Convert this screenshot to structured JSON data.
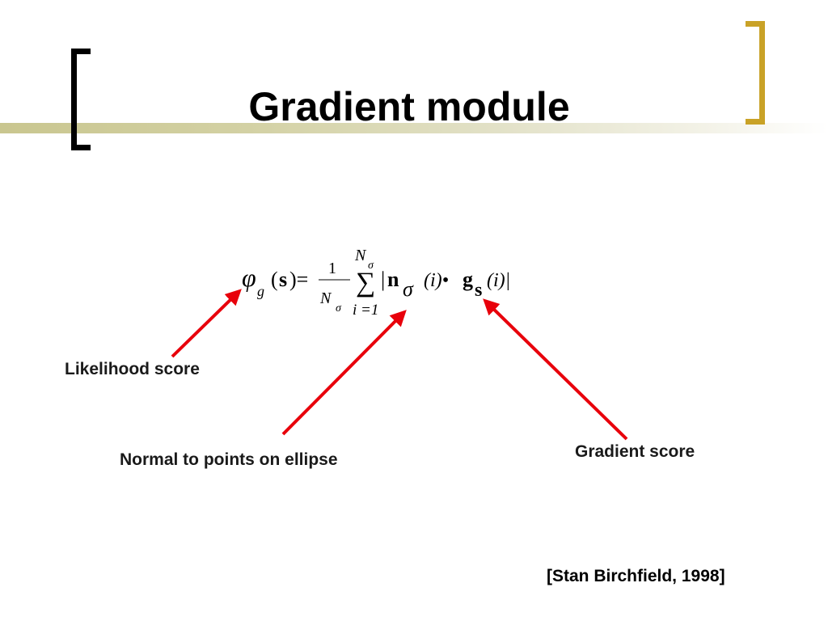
{
  "slide": {
    "title": "Gradient module",
    "citation": "[Stan Birchfield, 1998]",
    "accent_color": "#c9a227",
    "band_color": "#c9c68f",
    "arrow_color": "#e8000b"
  },
  "formula": {
    "phi": "φ",
    "phi_sub": "g",
    "open_paren": "(",
    "s": "s",
    "close_paren_eq": ")=",
    "frac_num": "1",
    "frac_den": "N",
    "frac_den_sub": "σ",
    "sum": "∑",
    "sum_upper": "N",
    "sum_upper_sub": "σ",
    "sum_lower": "i =1",
    "bar_open": "|",
    "n": "n",
    "n_sub": "σ",
    "n_arg": "(i)•",
    "g": "g",
    "g_sub": "s",
    "g_arg": "(i)|"
  },
  "annotations": {
    "likelihood": "Likelihood score",
    "normal": "Normal to points on ellipse",
    "gradient": "Gradient score"
  }
}
